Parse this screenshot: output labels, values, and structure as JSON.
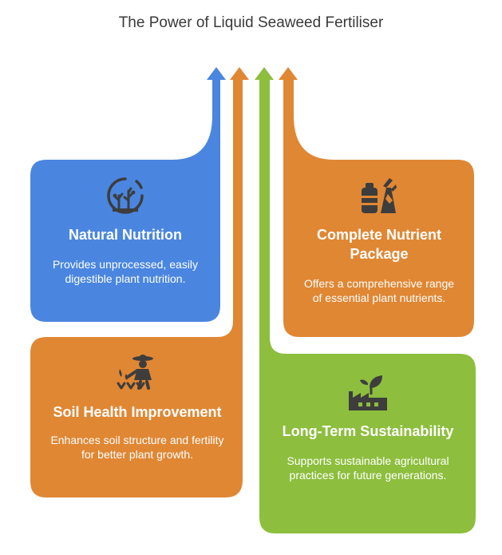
{
  "title": "The Power of Liquid Seaweed Fertiliser",
  "colors": {
    "blue": "#4A86E0",
    "orange": "#E08734",
    "green": "#8DBE3D",
    "icon_dark": "#3D3D3D"
  },
  "cards": [
    {
      "id": "natural-nutrition",
      "icon": "seaweed-circle-icon",
      "heading": "Natural Nutrition",
      "description": "Provides unprocessed, easily digestible plant nutrition."
    },
    {
      "id": "complete-nutrient-package",
      "icon": "fertilizer-bag-icon",
      "heading": "Complete Nutrient Package",
      "description": "Offers a comprehensive range of essential plant nutrients."
    },
    {
      "id": "soil-health-improvement",
      "icon": "farmer-planting-icon",
      "heading": "Soil Health Improvement",
      "description": "Enhances soil structure and fertility for better plant growth."
    },
    {
      "id": "long-term-sustainability",
      "icon": "eco-factory-icon",
      "heading": "Long-Term Sustainability",
      "description": "Supports sustainable agricultural practices for future generations."
    }
  ]
}
